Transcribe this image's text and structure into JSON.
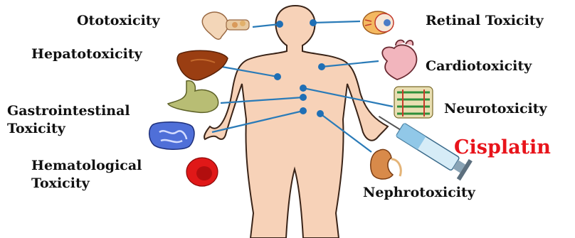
{
  "colors": {
    "skin": "#f7d2b8",
    "skin_outline": "#3a2418",
    "connector": "#2a7bb8",
    "node": "#1f6fb5",
    "drug": "#e8141b",
    "label": "#111111"
  },
  "labels": {
    "ototoxicity": "Ototoxicity",
    "retinal": "Retinal Toxicity",
    "hepatotoxicity": "Hepatotoxicity",
    "cardiotoxicity": "Cardiotoxicity",
    "gi_line1": "Gastrointestinal",
    "gi_line2": "Toxicity",
    "neurotoxicity": "Neurotoxicity",
    "hematological_line1": "Hematological",
    "hematological_line2": "Toxicity",
    "nephrotoxicity": "Nephrotoxicity"
  },
  "drug": {
    "name": "Cisplatin"
  },
  "icons": [
    "ear-icon",
    "eye-icon",
    "liver-icon",
    "heart-icon",
    "stomach-icon",
    "spine-icon",
    "intestine-icon",
    "syringe-icon",
    "red-blood-cell-icon",
    "kidney-icon"
  ]
}
